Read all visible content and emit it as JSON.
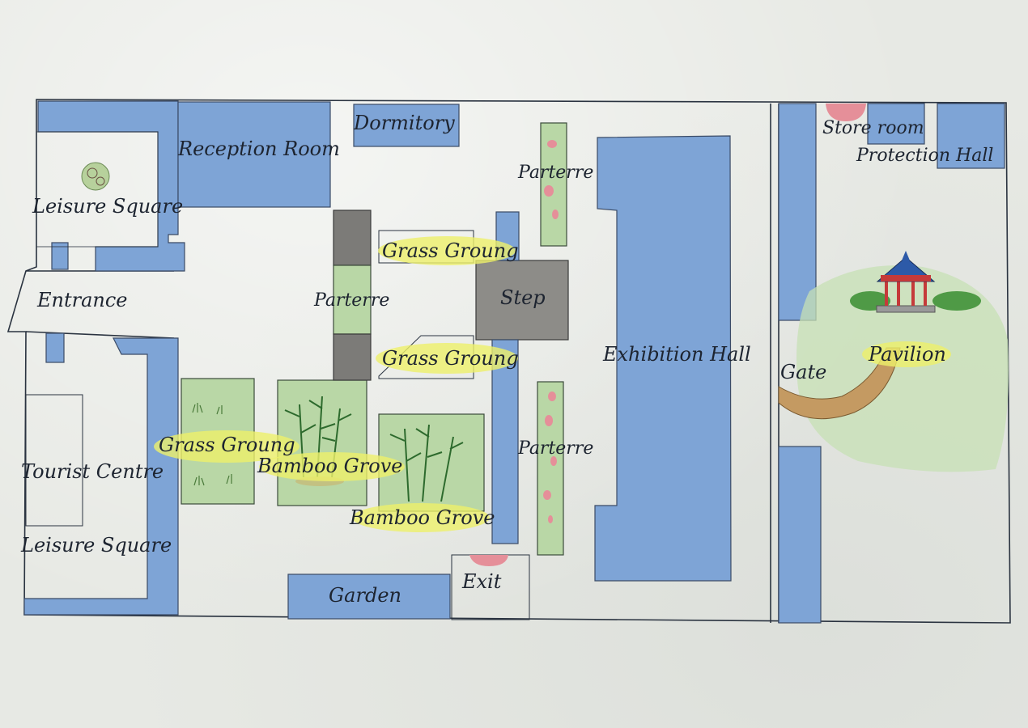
{
  "labels": {
    "dormitory": "Dormitory",
    "reception_room": "Reception Room",
    "leisure_square_top": "Leisure Square",
    "entrance": "Entrance",
    "tourist_centre": "Tourist Centre",
    "leisure_square_bottom": "Leisure Square",
    "grass_ground_1": "Grass Groung",
    "grass_ground_2": "Grass Groung",
    "grass_ground_3": "Grass Groung",
    "parterre_1": "Parterre",
    "parterre_2": "Parterre",
    "parterre_3": "Parterre",
    "step": "Step",
    "bamboo_grove_1": "Bamboo Grove",
    "bamboo_grove_2": "Bamboo Grove",
    "garden": "Garden",
    "exit": "Exit",
    "exhibition_hall": "Exhibition Hall",
    "store_room": "Store room",
    "protection_hall": "Protection Hall",
    "gate": "Gate",
    "pavilion": "Pavilion"
  },
  "colors": {
    "building_blue": "#7ea4d6",
    "grass_green": "#b9d7a6",
    "step_grey": "#7c7b78",
    "highlight_yellow": "#eef06a",
    "roof_blue": "#2d5aa8",
    "pavilion_red": "#c53a3a",
    "path_brown": "#c49a62"
  }
}
